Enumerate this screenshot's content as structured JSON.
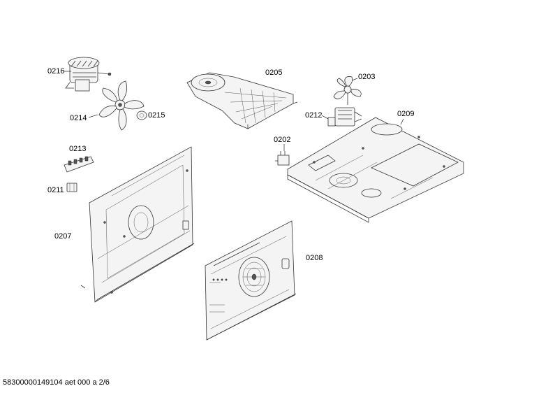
{
  "labels": {
    "p0216": "0216",
    "p0214": "0214",
    "p0215": "0215",
    "p0205": "0205",
    "p0203": "0203",
    "p0212": "0212",
    "p0209": "0209",
    "p0213": "0213",
    "p0202": "0202",
    "p0211": "0211",
    "p0207": "0207",
    "p0208": "0208"
  },
  "footer": {
    "document_id": "58300000149104 aet 000 a 2/6"
  }
}
